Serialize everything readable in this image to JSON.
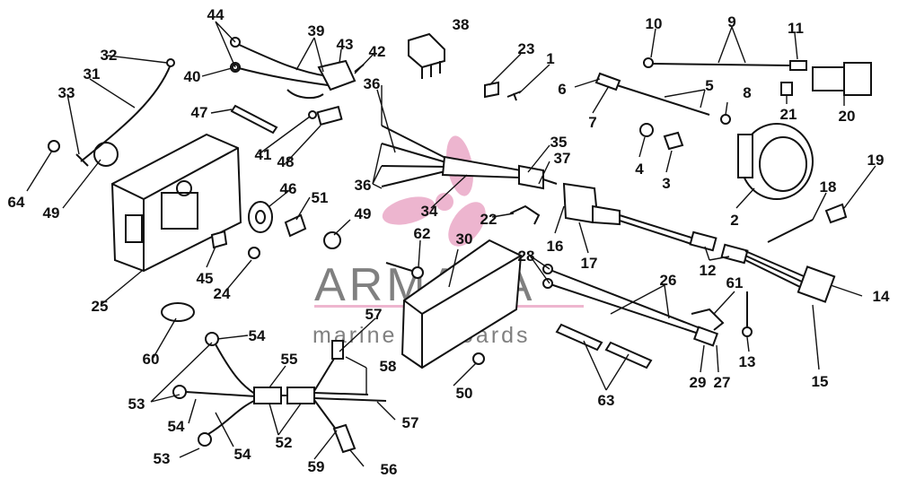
{
  "labels": {
    "l1": "1",
    "l2": "2",
    "l3": "3",
    "l4": "4",
    "l5": "5",
    "l6": "6",
    "l7": "7",
    "l8": "8",
    "l9": "9",
    "l10": "10",
    "l11": "11",
    "l12": "12",
    "l13": "13",
    "l14": "14",
    "l15": "15",
    "l16": "16",
    "l17": "17",
    "l18": "18",
    "l19": "19",
    "l20": "20",
    "l21": "21",
    "l22": "22",
    "l23": "23",
    "l24": "24",
    "l25": "25",
    "l26": "26",
    "l27": "27",
    "l28": "28",
    "l29": "29",
    "l30": "30",
    "l31": "31",
    "l32": "32",
    "l33": "33",
    "l34": "34",
    "l35": "35",
    "l36a": "36",
    "l36b": "36",
    "l37": "37",
    "l38": "38",
    "l39": "39",
    "l40": "40",
    "l41": "41",
    "l42": "42",
    "l43": "43",
    "l44": "44",
    "l45": "45",
    "l46": "46",
    "l47": "47",
    "l48": "48",
    "l49a": "49",
    "l49b": "49",
    "l50": "50",
    "l51": "51",
    "l52": "52",
    "l53a": "53",
    "l53b": "53",
    "l54a": "54",
    "l54b": "54",
    "l54c": "54",
    "l55": "55",
    "l56": "56",
    "l57a": "57",
    "l57b": "57",
    "l58": "58",
    "l59": "59",
    "l60": "60",
    "l61": "61",
    "l62": "62",
    "l63": "63",
    "l64": "64"
  },
  "watermark": {
    "brand": "ARMADA",
    "tagline": "marine outboards",
    "brand_color": "#6b6b6b",
    "accent_color": "#e07aa8"
  }
}
